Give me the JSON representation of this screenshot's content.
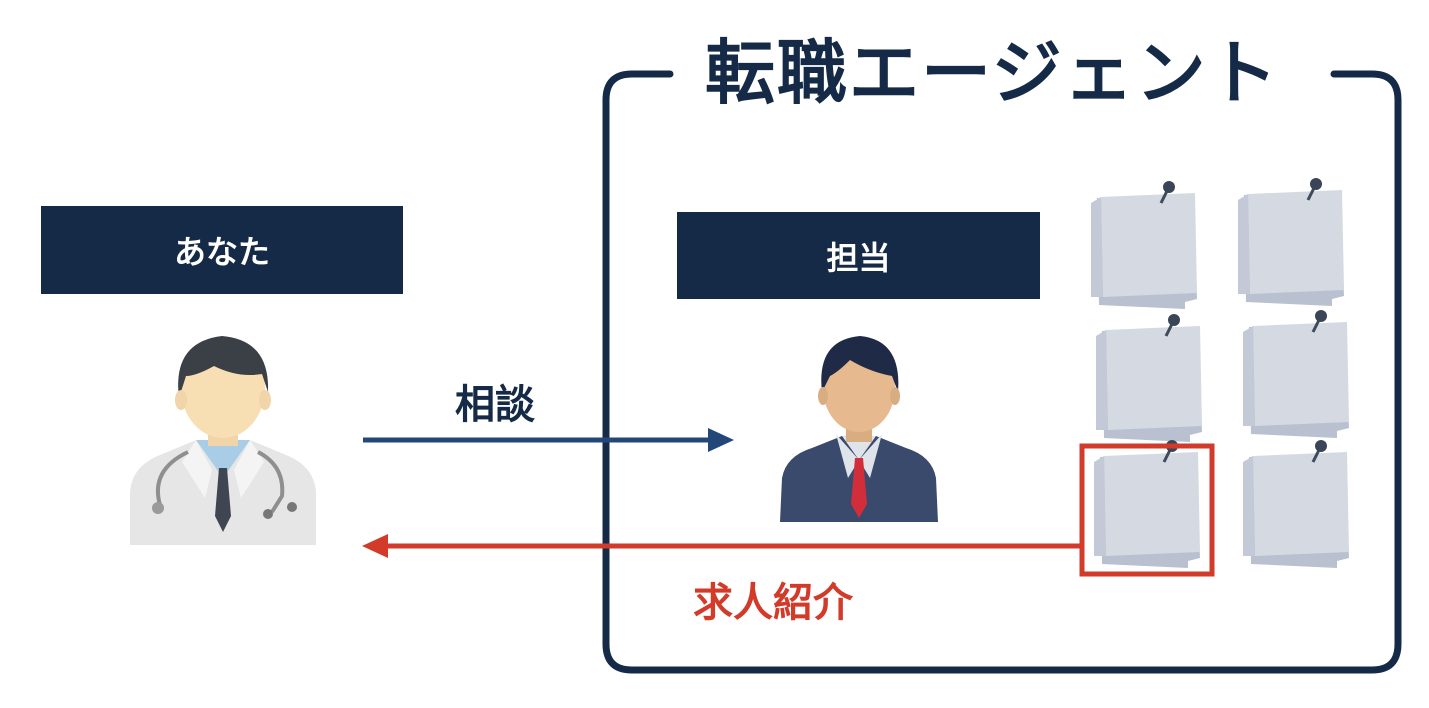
{
  "title": "転職エージェント",
  "you_label": "あなた",
  "agent_label": "担当",
  "consult_label": "相談",
  "intro_label": "求人紹介",
  "icons": {
    "doctor": "doctor-icon",
    "agent": "businessman-icon",
    "job_notes": "pinned-note-icon"
  },
  "colors": {
    "navy": "#152a47",
    "arrow_blue": "#24477a",
    "accent_red": "#d23b2a",
    "note": "#d4d9e2"
  }
}
